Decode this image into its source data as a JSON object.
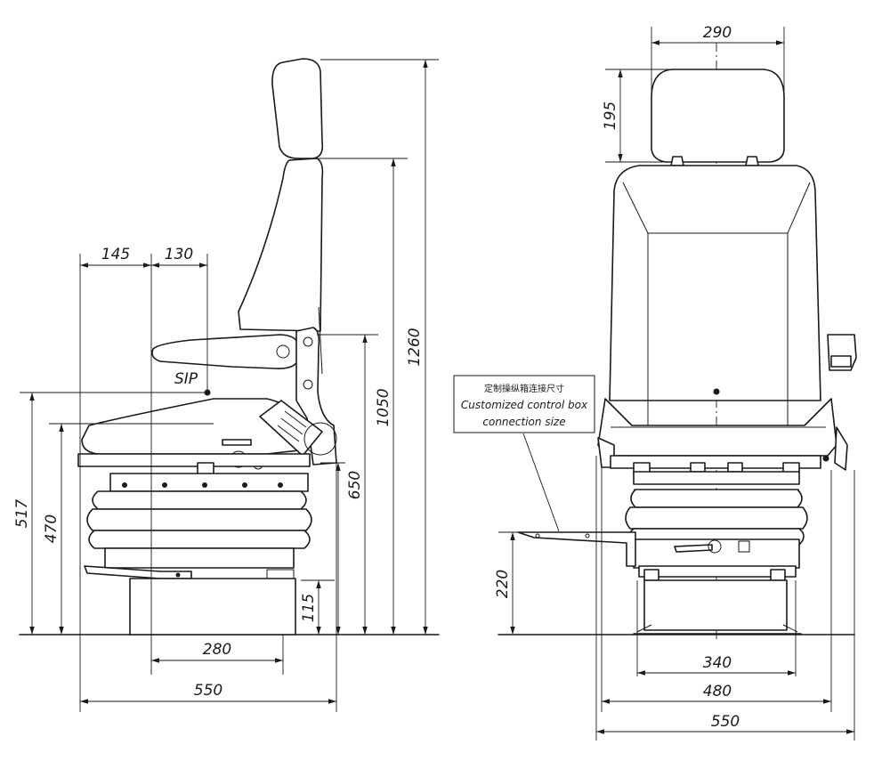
{
  "side_view": {
    "dim_top_left_1": "145",
    "dim_top_left_2": "130",
    "sip_label": "SIP",
    "dim_height_sip": "517",
    "dim_height_seat": "470",
    "dim_height_armrest": "650",
    "dim_height_backrest": "1050",
    "dim_height_total": "1260",
    "dim_height_base": "115",
    "dim_base_width": "280",
    "dim_total_depth": "550"
  },
  "front_view": {
    "dim_headrest_width": "290",
    "dim_headrest_height": "195",
    "note_cn": "定制操纵箱连接尺寸",
    "note_en_line1": "Customized control box",
    "note_en_line2": "connection size",
    "dim_box_height": "220",
    "dim_base_width": "340",
    "dim_suspension_width": "480",
    "dim_total_width": "550"
  }
}
